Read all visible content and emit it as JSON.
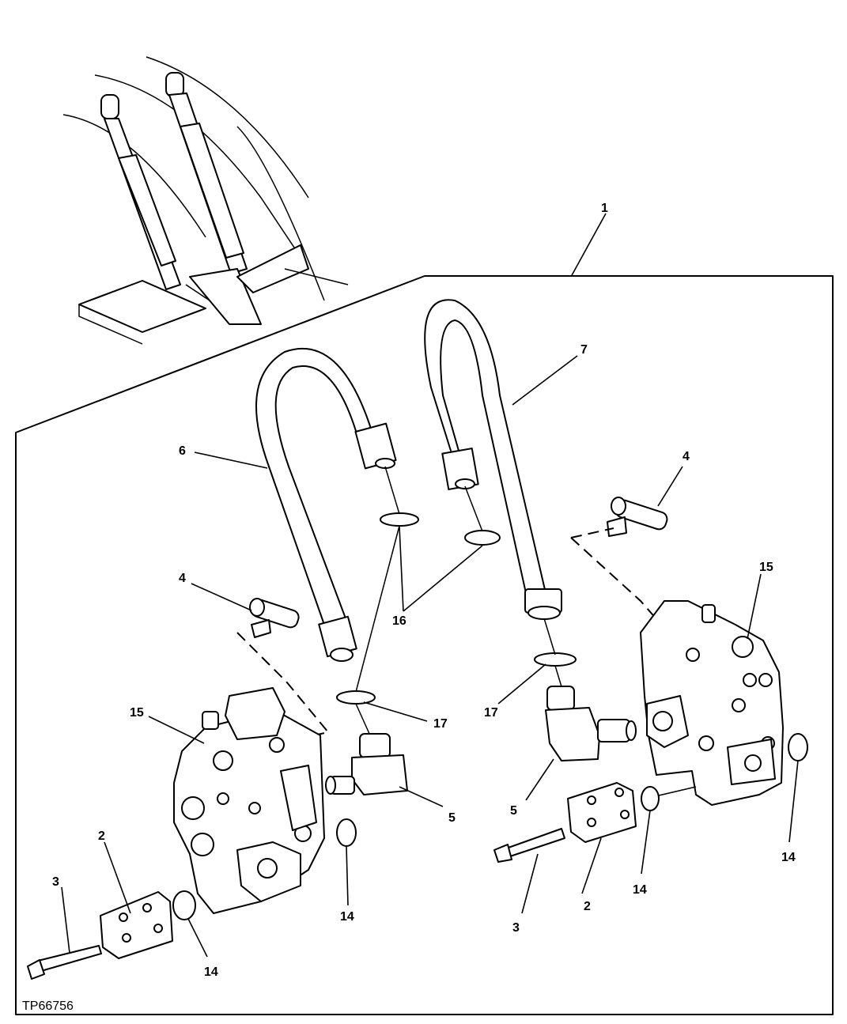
{
  "figure_id": "TP66756",
  "callouts": {
    "c1": "1",
    "c2_left": "2",
    "c2_right": "2",
    "c3_left": "3",
    "c3_right": "3",
    "c4_left": "4",
    "c4_right": "4",
    "c5_left": "5",
    "c5_right": "5",
    "c6": "6",
    "c7": "7",
    "c14_a": "14",
    "c14_b": "14",
    "c14_c": "14",
    "c14_d": "14",
    "c15_left": "15",
    "c15_right": "15",
    "c16": "16",
    "c17_left": "17",
    "c17_right": "17"
  }
}
